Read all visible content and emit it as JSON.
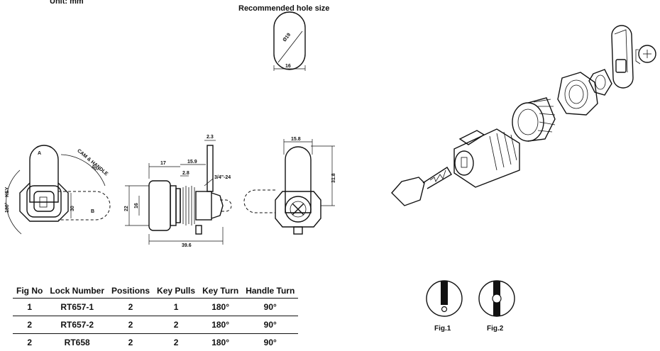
{
  "header": {
    "unit_label": "Unit: mm",
    "hole_title": "Recommended hole size"
  },
  "hole": {
    "dia_label": "Ø19",
    "width_label": "16"
  },
  "front_view": {
    "label_a": "A",
    "label_b": "B",
    "cam_label": "CAM & HANDLE",
    "cam_angle": "90°",
    "key_angle": "180°",
    "key_label": "KEY",
    "width_30": "30"
  },
  "side_view": {
    "d_17": "17",
    "d_15_9": "15.9",
    "d_2_8": "2.8",
    "d_2_3": "2.3",
    "thread": "3/4\"-24",
    "d_22": "22",
    "d_16": "16",
    "d_39_6": "39.6"
  },
  "rear_view": {
    "d_15_8": "15.8",
    "d_31_8": "31.8"
  },
  "table": {
    "headers": [
      "Fig No",
      "Lock Number",
      "Positions",
      "Key Pulls",
      "Key Turn",
      "Handle Turn"
    ],
    "rows": [
      [
        "1",
        "RT657-1",
        "2",
        "1",
        "180°",
        "90°"
      ],
      [
        "2",
        "RT657-2",
        "2",
        "2",
        "180°",
        "90°"
      ],
      [
        "2",
        "RT658",
        "2",
        "2",
        "180°",
        "90°"
      ]
    ]
  },
  "figures": {
    "fig1": "Fig.1",
    "fig2": "Fig.2"
  }
}
